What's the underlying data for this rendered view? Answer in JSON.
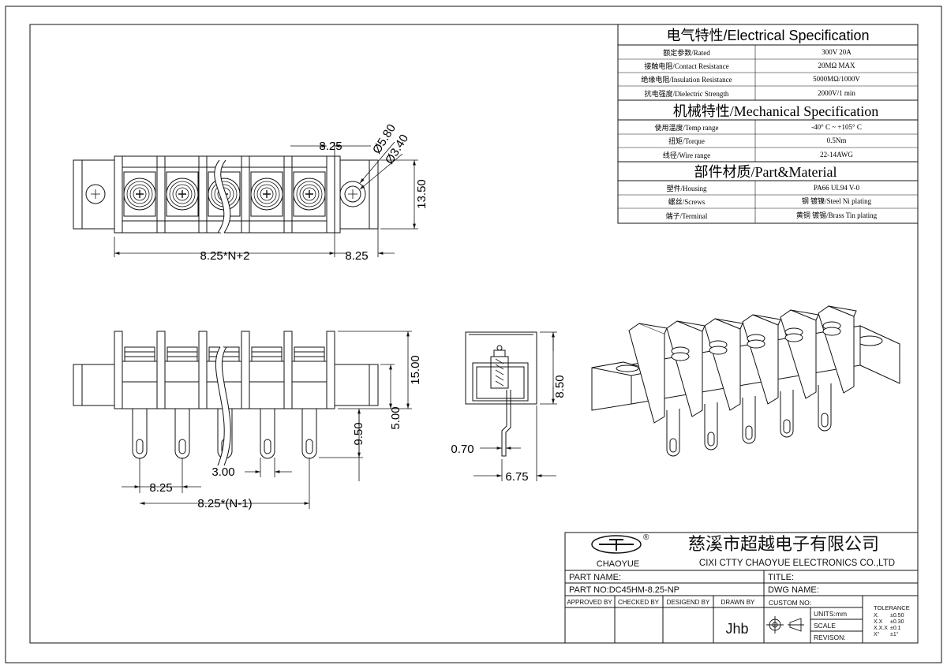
{
  "spec": {
    "electrical_title": "电气特性/Electrical Specification",
    "electrical": [
      {
        "label": "额定参数/Rated",
        "value": "300V  20A"
      },
      {
        "label": "接触电阻/Contact Resistance",
        "value": "20MΩ MAX"
      },
      {
        "label": "绝缘电阻/Insulation Resistance",
        "value": "5000MΩ/1000V"
      },
      {
        "label": "抗电强度/Dielectric Strength",
        "value": "2000V/1 min"
      }
    ],
    "mechanical_title": "机械特性/Mechanical Specification",
    "mechanical": [
      {
        "label": "使用温度/Temp range",
        "value": "-40° C ~ +105° C"
      },
      {
        "label": "扭矩/Torque",
        "value": "0.5Nm"
      },
      {
        "label": "线径/Wire range",
        "value": "22-14AWG"
      }
    ],
    "material_title": "部件材质/Part&Material",
    "material": [
      {
        "label": "塑件/Housing",
        "value": "PA66 UL94 V-0"
      },
      {
        "label": "螺丝/Screws",
        "value": "钢 镀镍/Steel Ni plating"
      },
      {
        "label": "端子/Terminal",
        "value": "黄铜 镀锡/Brass Tin  plating"
      }
    ]
  },
  "dims": {
    "top_pitch": "8.25",
    "dia_outer": "Ø5.80",
    "dia_inner": "Ø3.40",
    "height_top": "13.50",
    "overall": "8.25*N+2",
    "end": "8.25",
    "front_15": "15.00",
    "front_5": "5.00",
    "front_950": "9.50",
    "pin_gap": "3.00",
    "pin_pitch": "8.25",
    "pin_span": "8.25*(N-1)",
    "side_850": "8.50",
    "side_070": "0.70",
    "side_675": "6.75"
  },
  "titleblock": {
    "brand": "CHAOYUE",
    "registered": "®",
    "company_cn": "慈溪市超越电子有限公司",
    "company_en": "CIXI CTTY CHAOYUE ELECTRONICS CO.,LTD",
    "part_name": "PART NAME:",
    "title": "TITLE:",
    "part_no": "PART NO:DC45HM-8.25-NP",
    "dwg_name": "DWG NAME:",
    "approved": "APPROVED BY",
    "checked": "CHECKED BY",
    "designed": "DESIGEND BY",
    "drawn": "DRAWN BY",
    "drawn_value": "Jhb",
    "custom_no": "CUSTOM NO:",
    "units": "UNITS:mm",
    "scale": "SCALE",
    "revision": "REVISON:",
    "tolerance": "TOLERANCE",
    "tol": [
      {
        "k": "X.",
        "v": "±0.50"
      },
      {
        "k": "X.X",
        "v": "±0.30"
      },
      {
        "k": "X.X.X",
        "v": "±0.1"
      },
      {
        "k": "X°",
        "v": "±1°"
      }
    ]
  },
  "colors": {
    "line": "#111111",
    "paper": "#ffffff"
  }
}
